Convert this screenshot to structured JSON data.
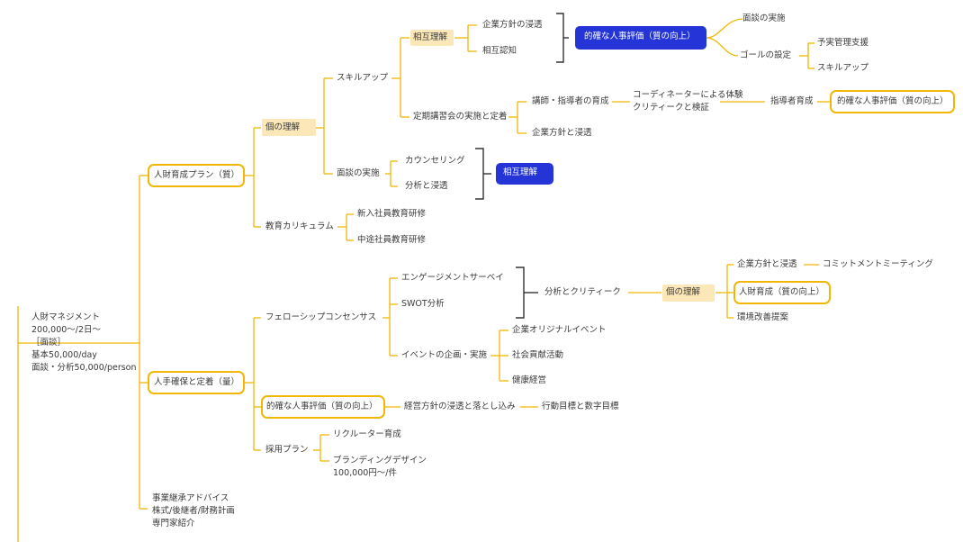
{
  "colors": {
    "line": "#f2b705",
    "bracket": "#333333",
    "blue_node": "#2434d6",
    "highlight": "#fbe7b8"
  },
  "root": {
    "label": "人財マネジメント\n200,000〜/2日〜\n［面談］\n基本50,000/day\n面談・分析50,000/person"
  },
  "b1": {
    "label": "人財育成プラン（質）",
    "kojin": "個の理解",
    "skillup": "スキルアップ",
    "sogo": "相互理解",
    "kigyo_shinto": "企業方針の浸透",
    "sogo_ninchi": "相互認知",
    "blue_eval": "的確な人事評価（質の向上）",
    "mendan_jisshi": "面談の実施",
    "goal": "ゴールの設定",
    "yojitsu": "予実管理支援",
    "skillup2": "スキルアップ",
    "teiki": "定期講習会の実施と定着",
    "koshi": "講師・指導者の育成",
    "coordinator": "コーディネーターによる体験\nクリティークと検証",
    "shidosha": "指導者育成",
    "eval_box": "的確な人事評価（質の向上）",
    "kigyo_shinto2": "企業方針と浸透",
    "mendan": "面談の実施",
    "counseling": "カウンセリング",
    "bunseki": "分析と浸透",
    "blue_sogo": "相互理解",
    "kyoiku": "教育カリキュラム",
    "shinnyu": "新入社員教育研修",
    "chuto": "中途社員教育研修"
  },
  "b2": {
    "label": "人手確保と定着（量）",
    "fellowship": "フェローシップコンセンサス",
    "engagement": "エンゲージメントサーベイ",
    "swot": "SWOT分析",
    "event": "イベントの企画・実施",
    "original_event": "企業オリジナルイベント",
    "shakai": "社会貢献活動",
    "kenko": "健康経営",
    "bunseki_critique": "分析とクリティーク",
    "kojin": "個の理解",
    "kigyo_shinto": "企業方針と浸透",
    "commitment": "コミットメントミーティング",
    "jinzai_box": "人財育成（質の向上）",
    "kankyo": "環境改善提案",
    "eval_box": "的確な人事評価（質の向上）",
    "keiei": "経営方針の浸透と落とし込み",
    "kodo": "行動目標と数字目標",
    "saiyo": "採用プラン",
    "recruiter": "リクルーター育成",
    "branding": "ブランディングデザイン\n100,000円〜/件"
  },
  "b3": {
    "label": "事業継承アドバイス\n株式/後継者/財務計画\n専門家紹介"
  }
}
